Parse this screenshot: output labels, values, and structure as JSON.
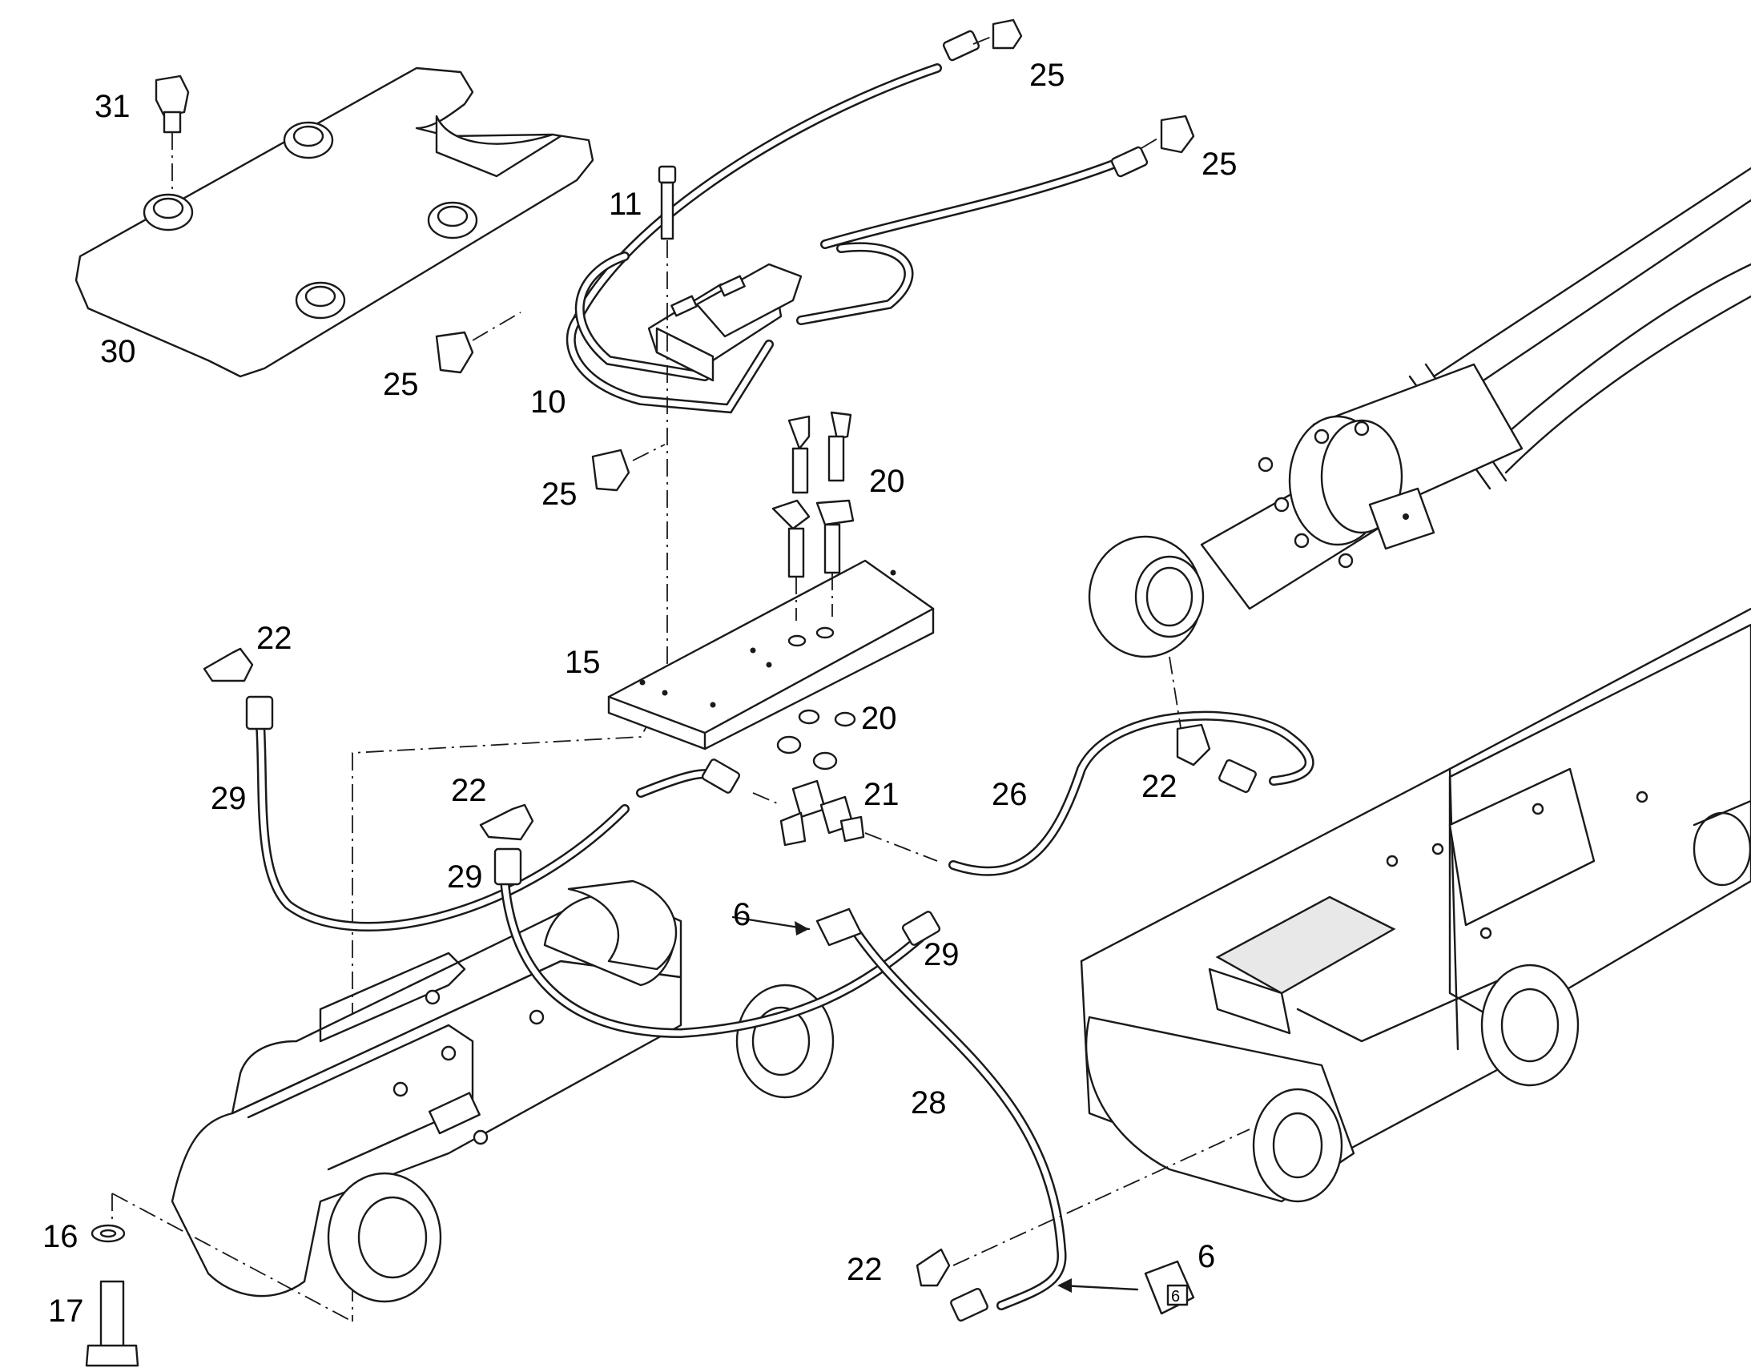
{
  "callouts": [
    {
      "id": "c31",
      "text": "31"
    },
    {
      "id": "c30",
      "text": "30"
    },
    {
      "id": "c25a",
      "text": "25"
    },
    {
      "id": "c25b",
      "text": "25"
    },
    {
      "id": "c25c",
      "text": "25"
    },
    {
      "id": "c25d",
      "text": "25"
    },
    {
      "id": "c11",
      "text": "11"
    },
    {
      "id": "c10",
      "text": "10"
    },
    {
      "id": "c20a",
      "text": "20"
    },
    {
      "id": "c20b",
      "text": "20"
    },
    {
      "id": "c15",
      "text": "15"
    },
    {
      "id": "c21",
      "text": "21"
    },
    {
      "id": "c26",
      "text": "26"
    },
    {
      "id": "c22a",
      "text": "22"
    },
    {
      "id": "c22b",
      "text": "22"
    },
    {
      "id": "c22c",
      "text": "22"
    },
    {
      "id": "c22d",
      "text": "22"
    },
    {
      "id": "c29a",
      "text": "29"
    },
    {
      "id": "c29b",
      "text": "29"
    },
    {
      "id": "c29c",
      "text": "29"
    },
    {
      "id": "c6a",
      "text": "6"
    },
    {
      "id": "c6b",
      "text": "6"
    },
    {
      "id": "c28",
      "text": "28"
    },
    {
      "id": "c16",
      "text": "16"
    },
    {
      "id": "c17",
      "text": "17"
    }
  ],
  "marking_label": "6"
}
